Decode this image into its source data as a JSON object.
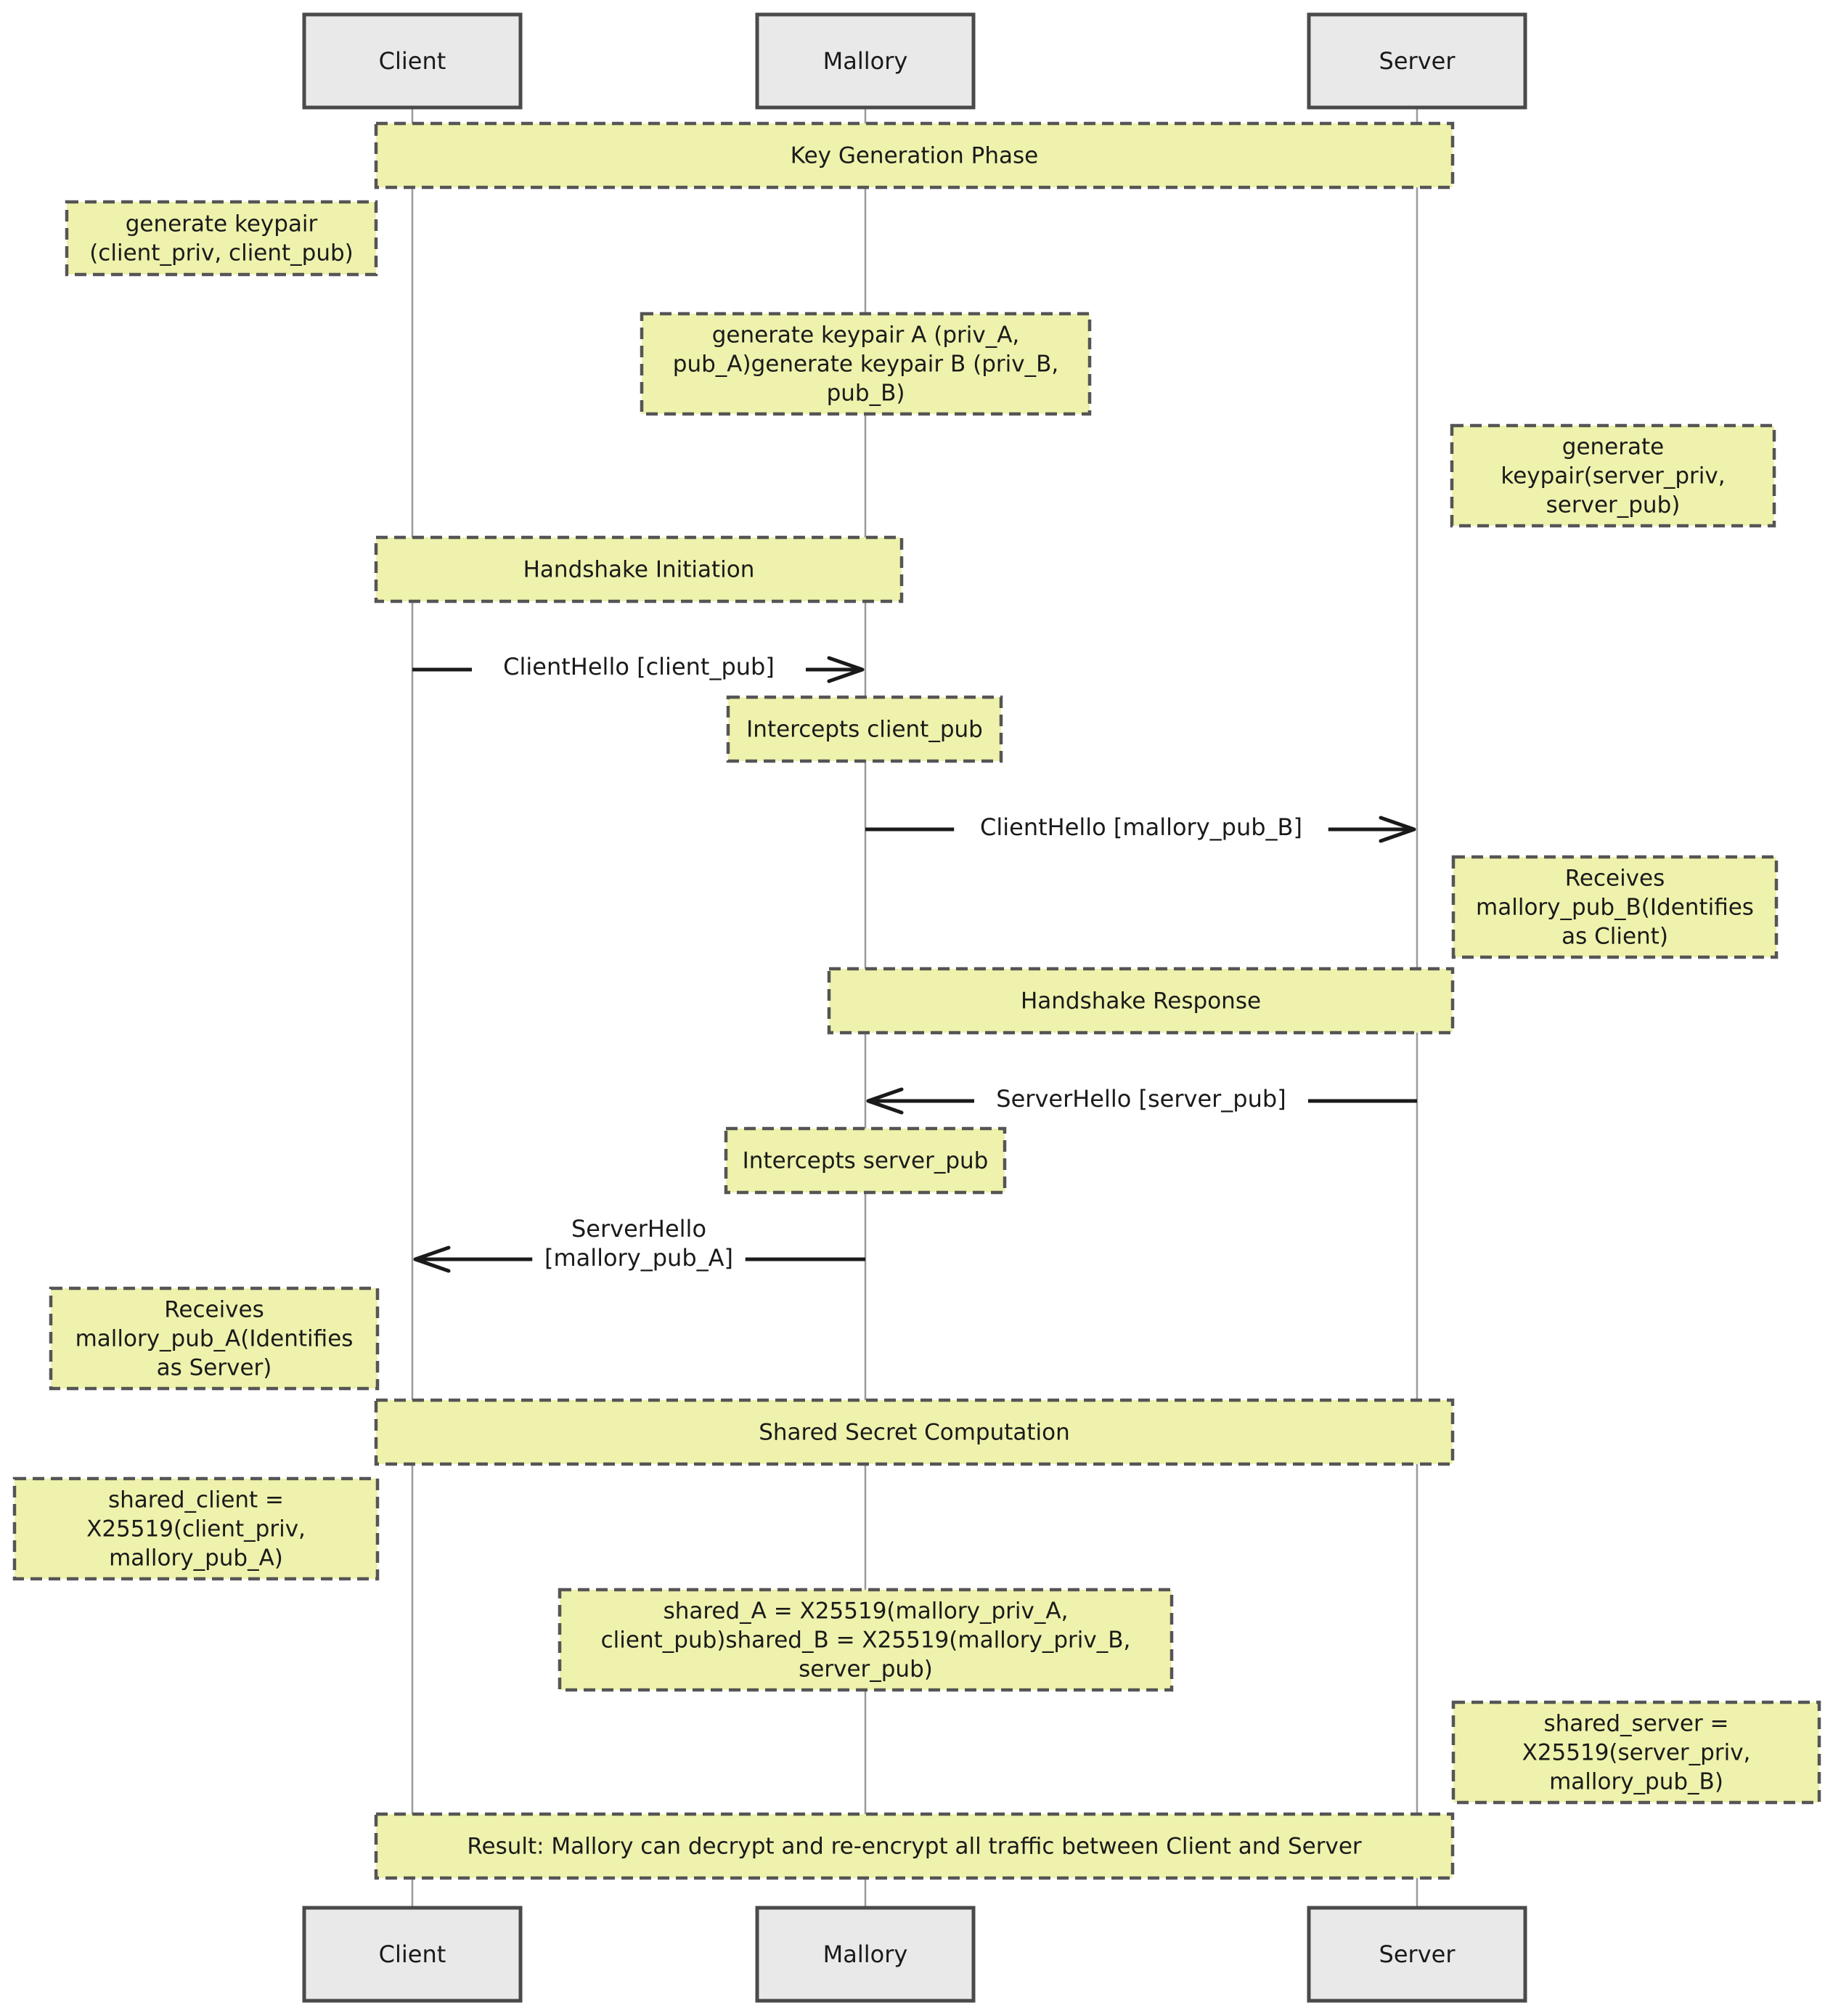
{
  "actors": [
    {
      "id": "client",
      "label": "Client"
    },
    {
      "id": "mallory",
      "label": "Mallory"
    },
    {
      "id": "server",
      "label": "Server"
    }
  ],
  "steps": [
    {
      "kind": "section",
      "lines": [
        "Key Generation Phase"
      ]
    },
    {
      "kind": "note",
      "actor": "client",
      "lines": [
        "generate keypair",
        "(client_priv, client_pub)"
      ]
    },
    {
      "kind": "note",
      "actor": "mallory",
      "lines": [
        "generate keypair A (priv_A,",
        "pub_A)generate keypair B (priv_B,",
        "pub_B)"
      ]
    },
    {
      "kind": "note",
      "actor": "server",
      "lines": [
        "generate",
        "keypair(server_priv,",
        "server_pub)"
      ]
    },
    {
      "kind": "section",
      "lines": [
        "Handshake Initiation"
      ]
    },
    {
      "kind": "message",
      "from": "client",
      "to": "mallory",
      "lines": [
        "ClientHello [client_pub]"
      ]
    },
    {
      "kind": "note",
      "actor": "mallory",
      "lines": [
        "Intercepts client_pub"
      ]
    },
    {
      "kind": "message",
      "from": "mallory",
      "to": "server",
      "lines": [
        "ClientHello [mallory_pub_B]"
      ]
    },
    {
      "kind": "note",
      "actor": "server",
      "lines": [
        "Receives",
        "mallory_pub_B(Identifies",
        "as Client)"
      ]
    },
    {
      "kind": "section",
      "lines": [
        "Handshake Response"
      ]
    },
    {
      "kind": "message",
      "from": "server",
      "to": "mallory",
      "lines": [
        "ServerHello [server_pub]"
      ]
    },
    {
      "kind": "note",
      "actor": "mallory",
      "lines": [
        "Intercepts server_pub"
      ]
    },
    {
      "kind": "message",
      "from": "mallory",
      "to": "client",
      "lines": [
        "ServerHello",
        "[mallory_pub_A]"
      ]
    },
    {
      "kind": "note",
      "actor": "client",
      "lines": [
        "Receives",
        "mallory_pub_A(Identifies",
        "as Server)"
      ]
    },
    {
      "kind": "section",
      "lines": [
        "Shared Secret Computation"
      ]
    },
    {
      "kind": "note",
      "actor": "client",
      "lines": [
        "shared_client =",
        "X25519(client_priv,",
        "mallory_pub_A)"
      ]
    },
    {
      "kind": "note",
      "actor": "mallory",
      "lines": [
        "shared_A = X25519(mallory_priv_A,",
        "client_pub)shared_B = X25519(mallory_priv_B,",
        "server_pub)"
      ]
    },
    {
      "kind": "note",
      "actor": "server",
      "lines": [
        "shared_server =",
        "X25519(server_priv,",
        "mallory_pub_B)"
      ]
    },
    {
      "kind": "section",
      "lines": [
        "Result: Mallory can decrypt and re-encrypt all traffic between Client and Server"
      ]
    }
  ]
}
